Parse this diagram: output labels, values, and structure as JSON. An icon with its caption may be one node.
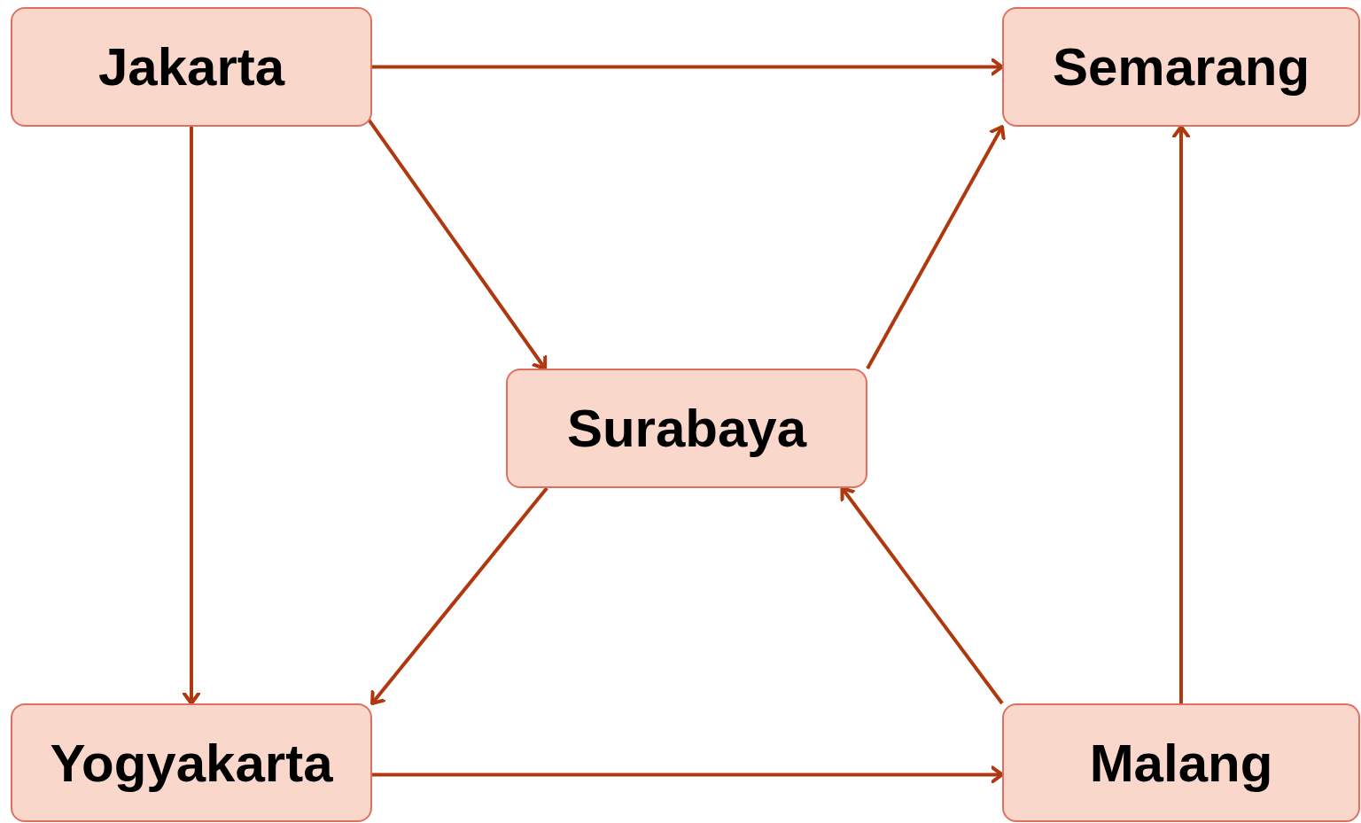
{
  "diagram": {
    "nodes": [
      {
        "text": [
          "Jakarta"
        ]
      },
      {
        "text": [
          "Semarang"
        ]
      },
      {
        "text": [
          "Surabaya"
        ]
      },
      {
        "text": [
          "Yogyakarta"
        ]
      },
      {
        "text": [
          "Malang"
        ]
      }
    ],
    "edges": [
      {
        "from": 0,
        "to": 1,
        "arrow": "to"
      },
      {
        "from": 0,
        "to": 2,
        "arrow": "to"
      },
      {
        "from": 0,
        "to": 3,
        "arrow": "to"
      },
      {
        "from": 2,
        "to": 1,
        "arrow": "to"
      },
      {
        "from": 2,
        "to": 3,
        "arrow": "to"
      },
      {
        "from": 4,
        "to": 2,
        "arrow": "to"
      },
      {
        "from": 4,
        "to": 1,
        "arrow": "to"
      },
      {
        "from": 3,
        "to": 4,
        "arrow": "to"
      }
    ]
  }
}
